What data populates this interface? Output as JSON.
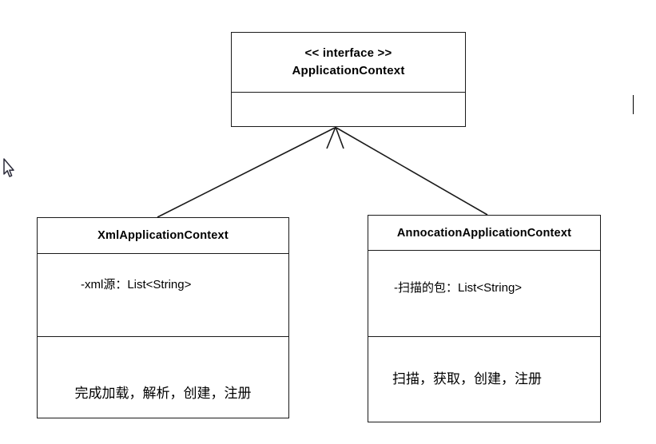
{
  "diagram": {
    "kind": "uml-class-diagram",
    "background_color": "#ffffff",
    "line_color": "#1a1a1a",
    "interface": {
      "stereotype": "<< interface >>",
      "name": "ApplicationContext",
      "attributes_text": "",
      "operations_text": ""
    },
    "classes": [
      {
        "id": "xml-application-context",
        "name": "XmlApplicationContext",
        "attributes": "-xml源：List<String>",
        "operations": "完成加载，解析，创建，注册"
      },
      {
        "id": "annocation-application-context",
        "name": "AnnocationApplicationContext",
        "attributes": "-扫描的包：List<String>",
        "operations": "扫描，获取，创建，注册"
      }
    ],
    "relationships": [
      {
        "type": "generalization",
        "from": "XmlApplicationContext",
        "to": "ApplicationContext",
        "arrow": "open-arrowhead"
      },
      {
        "type": "generalization",
        "from": "AnnocationApplicationContext",
        "to": "ApplicationContext",
        "arrow": "open-arrowhead"
      }
    ],
    "artifacts": {
      "mouse_cursor": "mouse-pointer-arrow",
      "text_caret": "text-insertion-caret"
    }
  }
}
